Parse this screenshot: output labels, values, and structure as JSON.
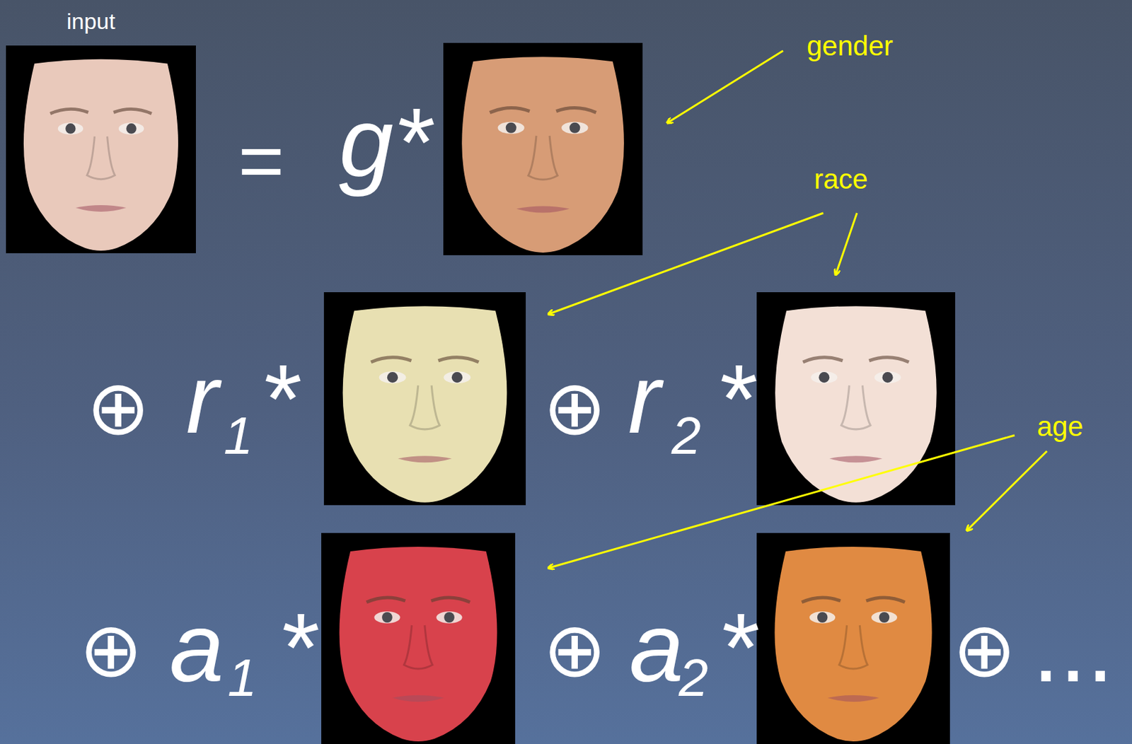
{
  "diagram": {
    "labels": [
      "input",
      "gender",
      "=",
      "g*",
      "race",
      "⊕",
      "r",
      "1",
      "*",
      "⊕",
      "r",
      "2",
      "*",
      "age",
      "⊕",
      "a",
      "1",
      "*",
      "⊕",
      "a",
      "2",
      "*",
      "⊕",
      "..."
    ]
  }
}
